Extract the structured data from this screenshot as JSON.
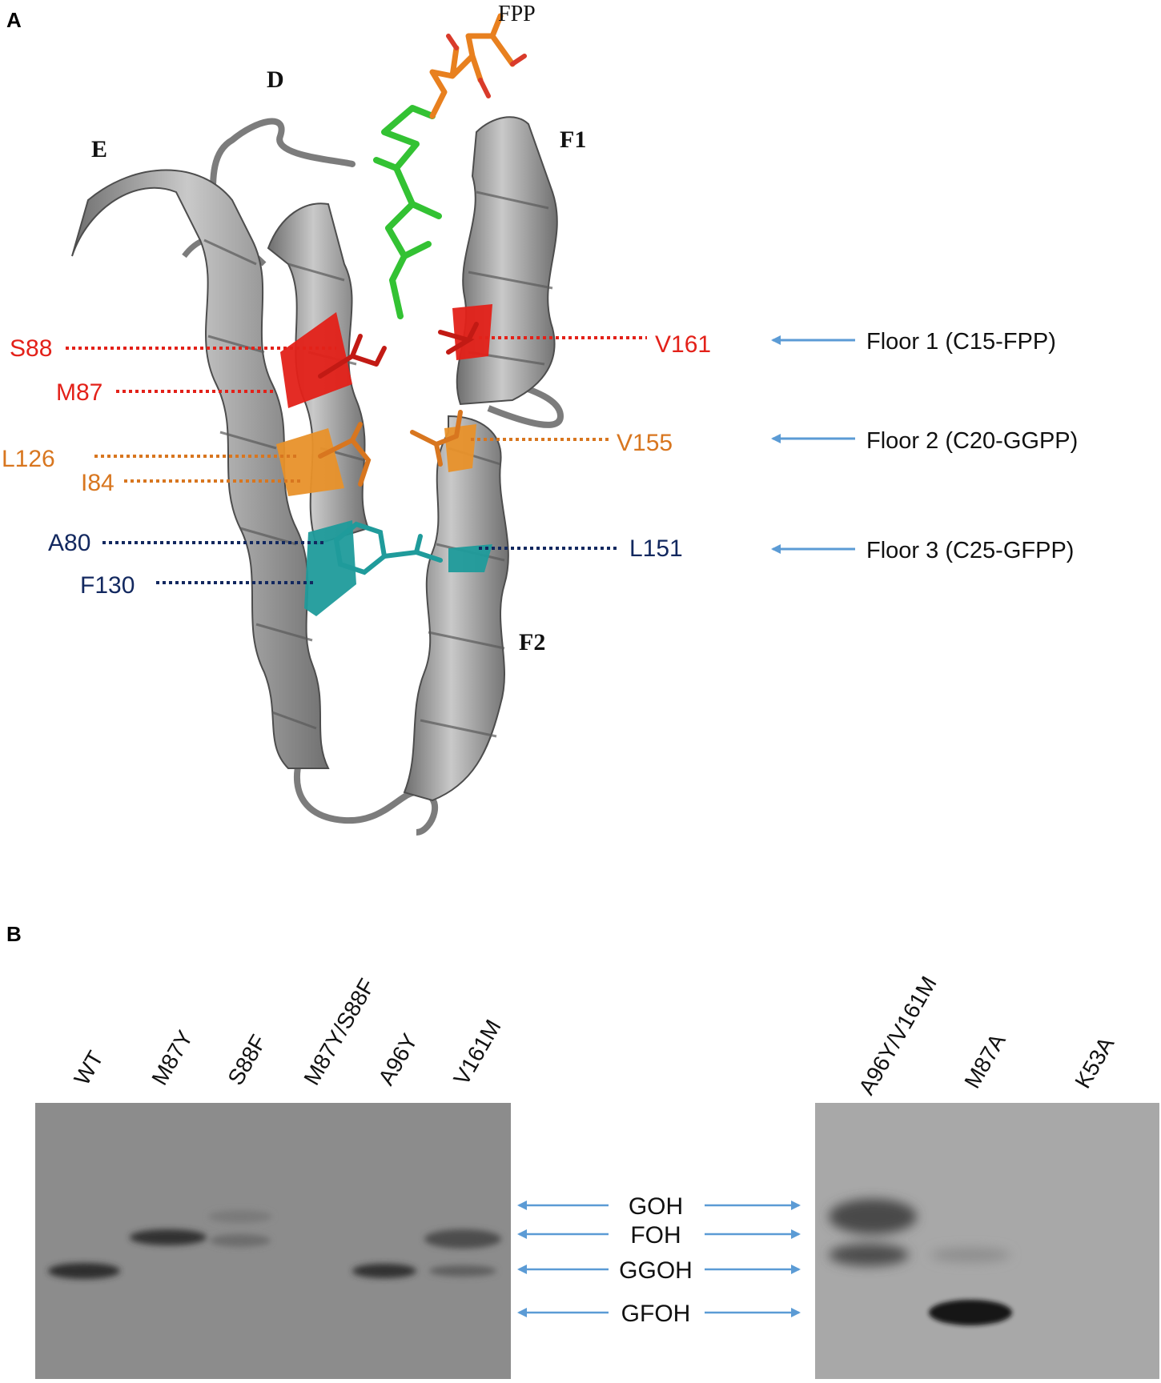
{
  "panel_a": {
    "label": "A",
    "ligand": "FPP",
    "helices": {
      "e": "E",
      "d": "D",
      "f1": "F1",
      "f2": "F2"
    },
    "residues": {
      "s88": "S88",
      "m87": "M87",
      "v161": "V161",
      "l126": "L126",
      "i84": "I84",
      "v155": "V155",
      "a80": "A80",
      "f130": "F130",
      "l151": "L151"
    },
    "floors": {
      "floor1": "Floor 1 (C15-FPP)",
      "floor2": "Floor 2 (C20-GGPP)",
      "floor3": "Floor 3 (C25-GFPP)"
    },
    "colors": {
      "floor1": "#e32119",
      "floor2": "#d8761f",
      "floor3": "#12285f",
      "helix": "#8e8e8e",
      "ligand": "#33c233",
      "arrow": "#5b9bd5"
    }
  },
  "panel_b": {
    "label": "B",
    "lanes_left": [
      "WT",
      "M87Y",
      "S88F",
      "M87Y/S88F",
      "A96Y",
      "V161M"
    ],
    "lanes_right": [
      "A96Y/V161M",
      "M87A",
      "K53A"
    ],
    "bands": {
      "goh": "GOH",
      "foh": "FOH",
      "ggoh": "GGOH",
      "gfoh": "GFOH"
    }
  }
}
